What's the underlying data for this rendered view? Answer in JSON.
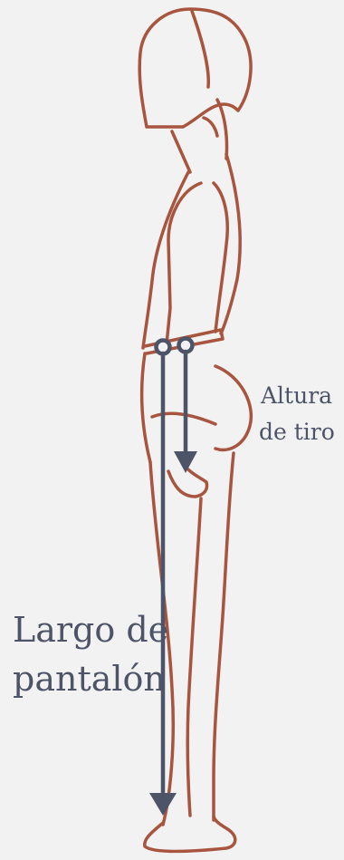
{
  "colors": {
    "background": "#f2f2f2",
    "figure_outline": "#a8553f",
    "measure_lines": "#4d5468",
    "label_text": "#4d5468"
  },
  "labels": {
    "crotch_rise": [
      "Altura",
      "de tiro"
    ],
    "pants_length": [
      "Largo de",
      "pantalón"
    ]
  },
  "measurements": [
    {
      "name": "crotch_rise",
      "label_ref": "labels.crotch_rise",
      "style": "arrow-down"
    },
    {
      "name": "pants_length",
      "label_ref": "labels.pants_length",
      "style": "arrow-down"
    }
  ]
}
